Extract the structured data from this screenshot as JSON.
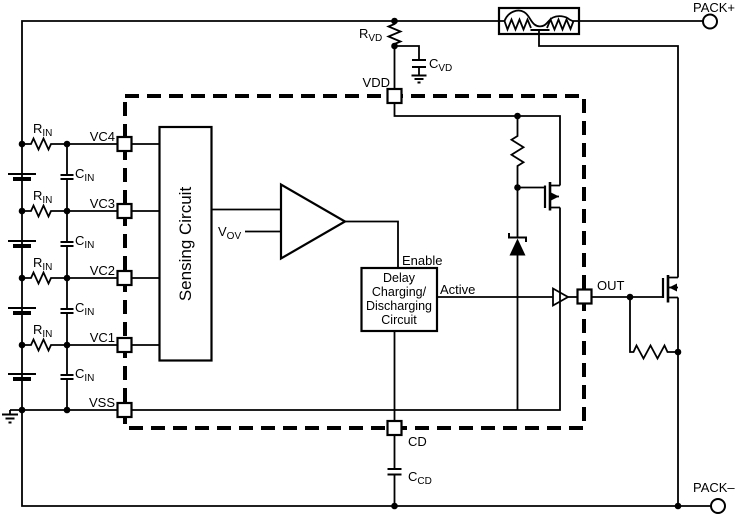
{
  "terminals": {
    "pack_plus": "PACK+",
    "pack_minus": "PACK–"
  },
  "ic": {
    "pins": {
      "vdd": "VDD",
      "vc4": "VC4",
      "vc3": "VC3",
      "vc2": "VC2",
      "vc1": "VC1",
      "vss": "VSS",
      "cd": "CD",
      "out": "OUT"
    },
    "sensing_block": "Sensing Circuit",
    "delay_block_lines": [
      "Delay",
      "Charging/",
      "Discharging",
      "Circuit"
    ],
    "signals": {
      "enable": "Enable",
      "active": "Active"
    },
    "vov_ref": {
      "main": "V",
      "sub": "OV"
    }
  },
  "components": {
    "r_in": {
      "main": "R",
      "sub": "IN"
    },
    "c_in": {
      "main": "C",
      "sub": "IN"
    },
    "r_vd": {
      "main": "R",
      "sub": "VD"
    },
    "c_vd": {
      "main": "C",
      "sub": "VD"
    },
    "c_cd": {
      "main": "C",
      "sub": "CD"
    }
  },
  "colors": {
    "comparator_fill": "#dce4f2",
    "line": "#000000",
    "background": "#ffffff"
  }
}
